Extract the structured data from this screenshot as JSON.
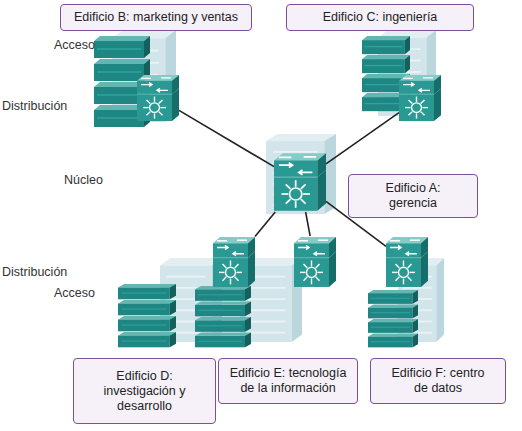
{
  "diagram": {
    "nodes": [
      {
        "text": [
          "Edificio B: marketing y ventas"
        ]
      },
      {
        "text": [
          "Edificio C: ingeniería"
        ]
      },
      {
        "text": [
          "Edificio A: gerencia"
        ]
      },
      {
        "text": [
          "Edificio D: investigación y desarrollo"
        ]
      },
      {
        "text": [
          "Edificio E: tecnología de la información"
        ]
      },
      {
        "text": [
          "Edificio F: centro de datos"
        ]
      }
    ],
    "edges": [
      {
        "from": 2,
        "to": 0,
        "arrow": "none"
      },
      {
        "from": 2,
        "to": 1,
        "arrow": "none"
      },
      {
        "from": 2,
        "to": 3,
        "arrow": "none"
      },
      {
        "from": 2,
        "to": 4,
        "arrow": "none"
      },
      {
        "from": 2,
        "to": 5,
        "arrow": "none"
      }
    ],
    "labels": [
      "Acceso",
      "Distribución",
      "Núcleo",
      "Distribución",
      "Acceso"
    ]
  }
}
